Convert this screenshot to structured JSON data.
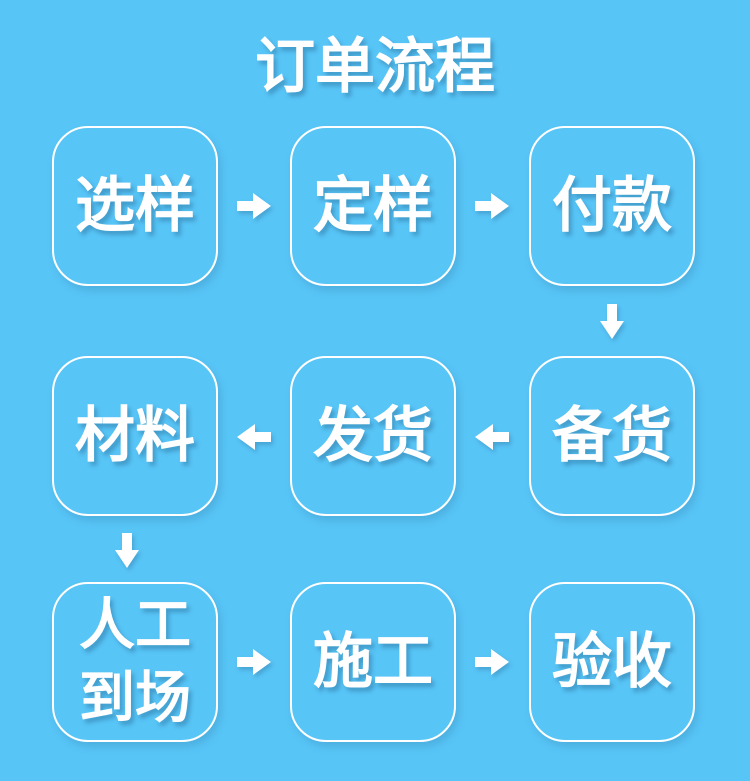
{
  "title": "订单流程",
  "colors": {
    "background": "#58C5F7",
    "box_border": "#FFFFFF",
    "text": "#FFFFFF",
    "arrow": "#FFFFFF"
  },
  "steps": [
    {
      "label": "选样"
    },
    {
      "label": "定样"
    },
    {
      "label": "付款"
    },
    {
      "label": "材料"
    },
    {
      "label": "发货"
    },
    {
      "label": "备货"
    },
    {
      "label": "人工到场"
    },
    {
      "label": "施工"
    },
    {
      "label": "验收"
    }
  ],
  "arrows": [
    {
      "from": "选样",
      "to": "定样",
      "direction": "right"
    },
    {
      "from": "定样",
      "to": "付款",
      "direction": "right"
    },
    {
      "from": "付款",
      "to": "备货",
      "direction": "down"
    },
    {
      "from": "备货",
      "to": "发货",
      "direction": "left"
    },
    {
      "from": "发货",
      "to": "材料",
      "direction": "left"
    },
    {
      "from": "材料",
      "to": "人工到场",
      "direction": "down"
    },
    {
      "from": "人工到场",
      "to": "施工",
      "direction": "right"
    },
    {
      "from": "施工",
      "to": "验收",
      "direction": "right"
    }
  ]
}
